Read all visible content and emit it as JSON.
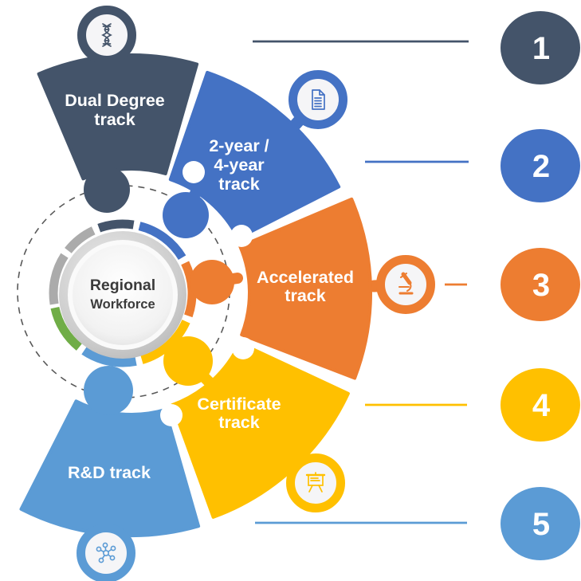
{
  "hub": {
    "line1": "Regional",
    "line2": "Workforce"
  },
  "tracks": [
    {
      "number": "1",
      "label": "Dual Degree track",
      "label_lines": [
        "Dual Degree",
        "track"
      ],
      "color": "#44546A",
      "icon": "dna-icon"
    },
    {
      "number": "2",
      "label": "2-year / 4-year track",
      "label_lines": [
        "2-year /",
        "4-year",
        "track"
      ],
      "color": "#4472C4",
      "icon": "document-icon"
    },
    {
      "number": "3",
      "label": "Accelerated track",
      "label_lines": [
        "Accelerated",
        "track"
      ],
      "color": "#ED7D31",
      "icon": "microscope-icon"
    },
    {
      "number": "4",
      "label": "Certificate track",
      "label_lines": [
        "Certificate",
        "track"
      ],
      "color": "#FFC000",
      "icon": "presentation-icon"
    },
    {
      "number": "5",
      "label": "R&D track",
      "label_lines": [
        "R&D track"
      ],
      "color": "#5B9BD5",
      "icon": "molecule-icon"
    }
  ],
  "ring_segment_colors": [
    "#ABABAB",
    "#ABABAB",
    "#44546A",
    "#4472C4",
    "#ED7D31",
    "#FFC000",
    "#5B9BD5",
    "#70AD47"
  ],
  "dashed_circle_color": "#595959",
  "hub_text_color": "#3b3b3b"
}
